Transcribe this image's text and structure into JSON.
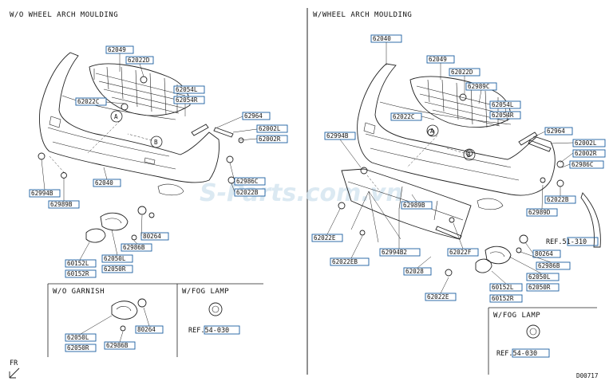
{
  "sections": {
    "left_title": "W/O WHEEL ARCH MOULDING",
    "right_title": "W/WHEEL ARCH MOULDING",
    "wo_garnish_title": "W/O GARNISH",
    "fog_lamp_title": "W/FOG LAMP",
    "fog_lamp_right_title": "W/FOG LAMP"
  },
  "orientation": "FR",
  "diagram_code": "D00717",
  "watermark": "S-Parts.com.vn",
  "callouts": {
    "a": "A",
    "b": "B"
  },
  "refs": {
    "fog_left": "REF.54-030",
    "fog_right": "REF.54-030",
    "arch": "REF.51-310"
  },
  "left_labels": [
    "62049",
    "62022D",
    "62022C",
    "62054L",
    "62054R",
    "62964",
    "62002L",
    "62002R",
    "62994B",
    "62989B",
    "62040",
    "62986C",
    "62022B",
    "80264",
    "62986B",
    "60152L",
    "60152R",
    "62050L",
    "62050R"
  ],
  "garnish_labels": [
    "62050L",
    "62050R",
    "80264",
    "62986B"
  ],
  "right_labels": [
    "62040",
    "62049",
    "62022D",
    "62989C",
    "62022C",
    "62054L",
    "62054R",
    "62964",
    "62002L",
    "62002R",
    "62986C",
    "62994B",
    "62989B",
    "62022B",
    "62989D",
    "62022E",
    "62022EB",
    "62994B2",
    "62022F",
    "80264",
    "62986B",
    "62028",
    "62050L",
    "62050R",
    "60152L",
    "60152R",
    "62022E"
  ]
}
